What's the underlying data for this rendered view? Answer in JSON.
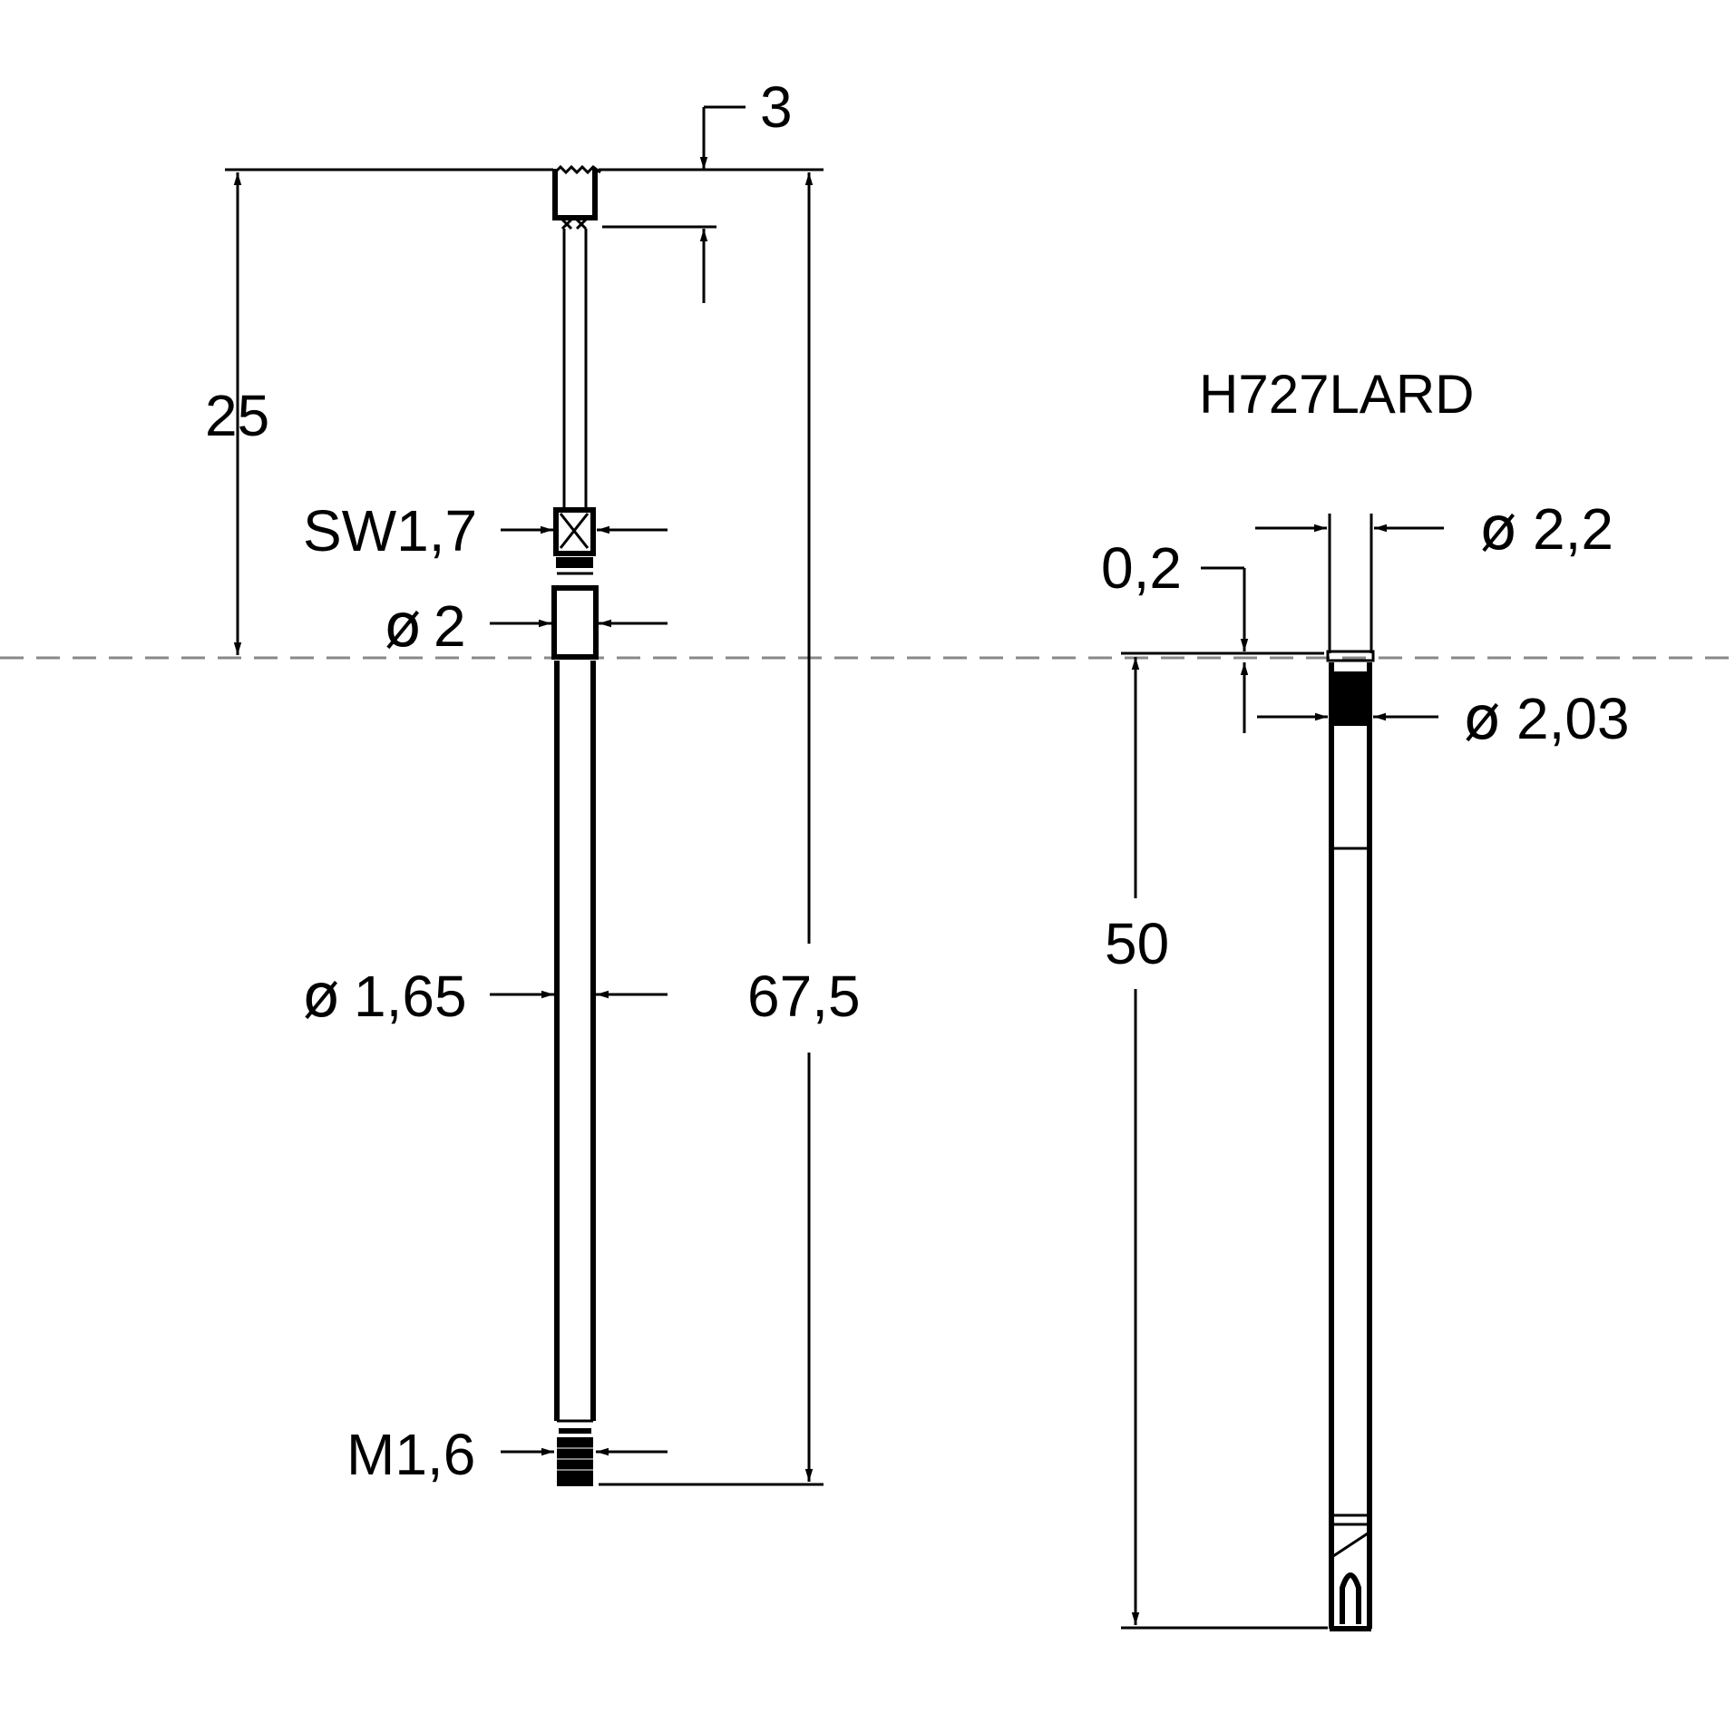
{
  "part_number": "H727LARD",
  "left_view": {
    "dim_top_offset": "3",
    "dim_overall_upper": "25",
    "dim_total_length": "67,5",
    "label_wrench": "SW1,7",
    "label_collar_diameter": "2",
    "label_shaft_diameter": "1,65",
    "label_thread": "M1,6"
  },
  "right_view": {
    "label_head_diameter": "2,2",
    "label_step": "0,2",
    "label_grip_diameter": "2,03",
    "dim_length": "50"
  },
  "symbols": {
    "diameter": "ø"
  },
  "colors": {
    "line": "#000000",
    "centerline": "#888888"
  }
}
